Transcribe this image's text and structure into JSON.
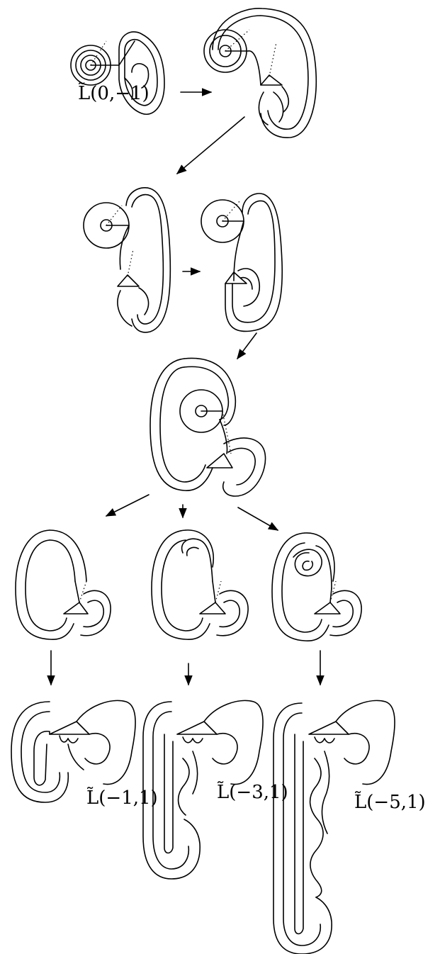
{
  "labels": {
    "l01": "L̃(0,−1)",
    "l_11": "L̃(−1,1)",
    "l_31": "L̃(−3,1)",
    "l_51": "L̃(−5,1)"
  }
}
